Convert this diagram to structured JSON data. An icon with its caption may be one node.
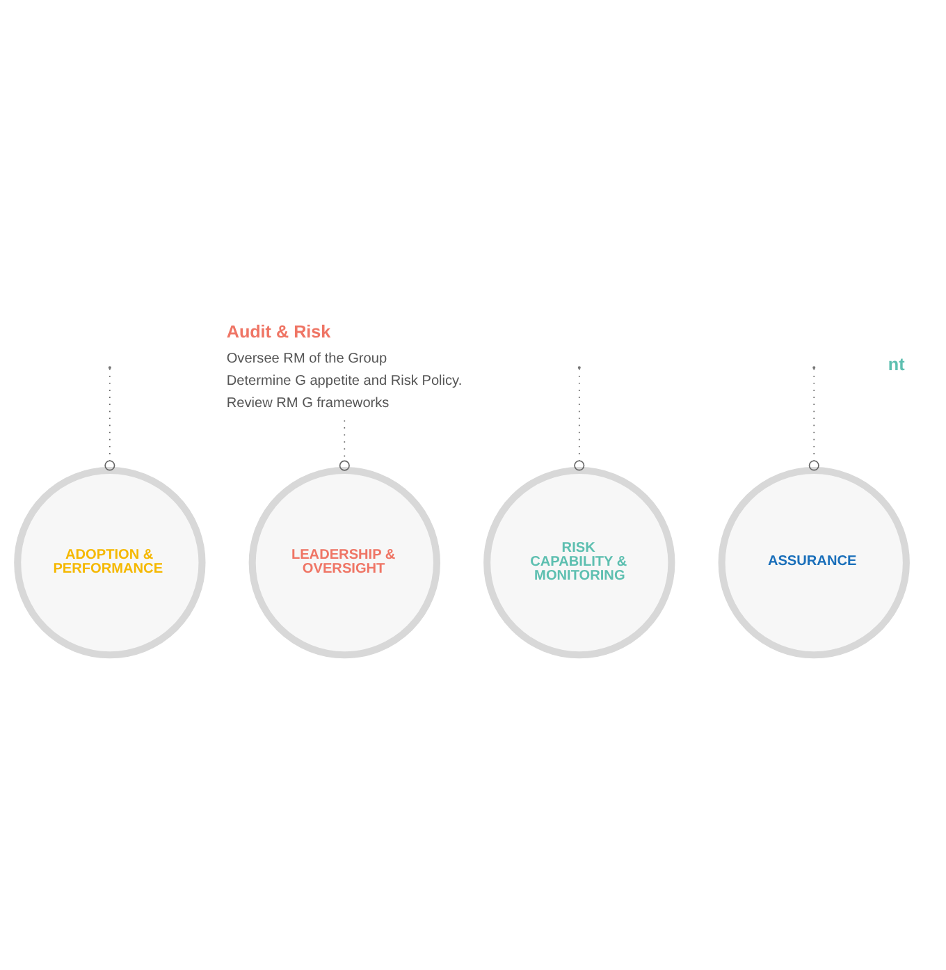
{
  "diagram": {
    "nodes": [
      {
        "text": [
          "ADOPTION & PERFORMANCE"
        ]
      },
      {
        "text": [
          "Audit & Risk",
          "Oversee RM of the Group",
          "Determine G appetite and Risk Policy.",
          "Review RM G frameworks"
        ]
      },
      {
        "text": [
          "LEADERSHIP & OVERSIGHT"
        ]
      },
      {
        "text": [
          "RISK CAPABILITY & MONITORING"
        ]
      },
      {
        "text": [
          "ASSURANCE"
        ]
      }
    ],
    "edges": [
      {
        "from": 1,
        "to": 2,
        "arrow": "other"
      },
      {
        "from": null,
        "to": 0,
        "arrow": "other"
      },
      {
        "from": null,
        "to": 3,
        "arrow": "other"
      },
      {
        "from": null,
        "to": 4,
        "arrow": "other"
      }
    ],
    "labels": [
      "nt"
    ]
  }
}
